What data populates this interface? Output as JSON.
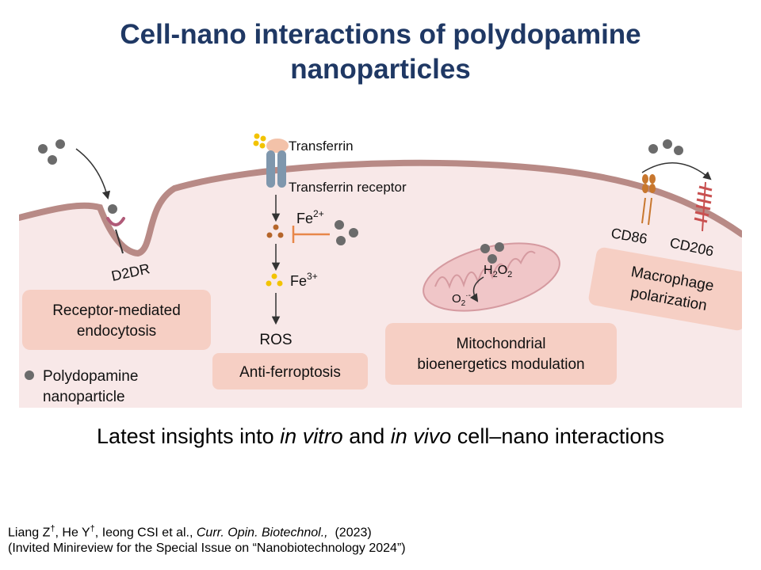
{
  "slide": {
    "title_line1": "Cell-nano interactions of polydopamine",
    "title_line2": "nanoparticles",
    "subtitle_parts": [
      "Latest insights into ",
      "in vitro",
      " and ",
      "in vivo",
      " cell–nano interactions"
    ],
    "reference_line1_parts": [
      "Liang Z",
      "†",
      ", He Y",
      "†",
      ", Ieong CSI et al., ",
      "Curr. Opin. Biotechnol.,",
      "  (2023)"
    ],
    "reference_line2": "(Invited Minireview for the Special Issue on “Nanobiotechnology  2024”)"
  },
  "diagram": {
    "labels": {
      "transferrin": "Transferrin",
      "transferrin_receptor": "Transferrin receptor",
      "fe2_base": "Fe",
      "fe2_sup": "2+",
      "fe3_base": "Fe",
      "fe3_sup": "3+",
      "ros": "ROS",
      "d2dr": "D2DR",
      "h2o2_h": "H",
      "h2o2_sub1": "2",
      "h2o2_o": "O",
      "h2o2_sub2": "2",
      "o2_base": "O",
      "o2_sub": "2",
      "o2_sup": "·-",
      "cd86": "CD86",
      "cd206": "CD206"
    },
    "boxes": {
      "receptor_endocytosis": [
        "Receptor-mediated",
        "endocytosis"
      ],
      "anti_ferroptosis": [
        "Anti-ferroptosis"
      ],
      "mito": [
        "Mitochondrial",
        "bioenergetics modulation"
      ],
      "macrophage": [
        "Macrophage",
        "polarization"
      ]
    },
    "legend": [
      "Polydopamine",
      "nanoparticle"
    ],
    "colors": {
      "cytoplasm": "#f8e8e8",
      "membrane": "#b88a86",
      "box_fill": "#f6cfc4",
      "nanoparticle": "#6b6b6b",
      "iron_yellow": "#f2c300",
      "iron_brown": "#b5652a",
      "inhibit_orange": "#e8874a",
      "receptor_blue": "#7f97ad",
      "transferrin_peach": "#f3c2a9",
      "cd86": "#c8772e",
      "cd206": "#c85050",
      "title": "#1f3864"
    }
  }
}
